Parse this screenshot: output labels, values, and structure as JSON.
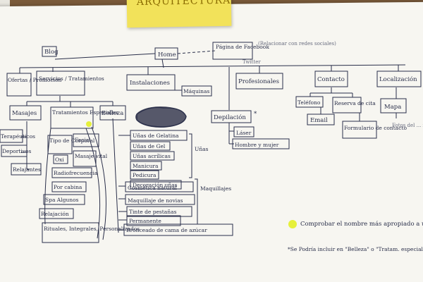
{
  "postit": {
    "text": "ARQUITECTURA"
  },
  "nodes": {
    "blog": "Blog",
    "home": "Home",
    "facebook": "Página de Facebook",
    "twitter": "Twitter",
    "fb_note": "(Relacionar con redes sociales)",
    "ofertas": "Ofertas / Promoción",
    "servicios": "Servicios / Tratamientos",
    "instalaciones": "Instalaciones",
    "maquinas": "Máquinas",
    "profesionales": "Profesionales",
    "contacto": "Contacto",
    "localizacion": "Localización",
    "masajes": "Masajes",
    "terapeuticos": "Terapéuticos",
    "deportivos": "Deportivos",
    "relajantes": "Relajantes",
    "tratamientos_esp": "Tratamientos Especiales",
    "tipo_corporal": "Tipo de Corporal",
    "oxi": "Oxi",
    "facial": "Facial",
    "masaje_vital": "Masaje vital",
    "radiofrecuencia": "Radiofrecuencia",
    "por_cabina": "Por cabina",
    "spa_algunos": "Spa Algunos",
    "relajacion": "Relajación",
    "rituales": "Rituales, Integrales, Personalizados",
    "belleza": "Belleza",
    "unas_gel_title": "Uñas de Gel",
    "unas_gelatina": "Uñas de Gelatina",
    "unas_gel": "Uñas de Gel",
    "unas_acrilicas": "Uñas acrílicas",
    "manicura": "Manicura",
    "pedicura": "Pedicura",
    "decoracion_unas": "Decoración uñas",
    "unas_label": "Uñas",
    "cosmetica": "Cosmética natural",
    "maquillaje_novias": "Maquillaje de novias",
    "tinte_pestanas": "Tinte de pestañas",
    "permanente": "Permanente",
    "maquillaje_label": "Maquillajes",
    "bronceado": "Bronceado de cama de azúcar",
    "depilacion": "Depilación",
    "laser": "Láser",
    "hombre_mujer": "Hombre y mujer",
    "telefono": "Teléfono",
    "reserva_cita": "Reserva de cita",
    "email": "Email",
    "formulario": "Formulario de contacto",
    "mapa": "Mapa",
    "fotos_note": "Fotos del ... facilidad ... aparcamiento, etc"
  },
  "notes": {
    "note1": "Comprobar el nombre más apropiado a usar",
    "note2": "*Se Podría incluir en \"Belleza\" o \"Tratam. especiales\"",
    "star": "*"
  },
  "colors": {
    "paper": "#f7f6f1",
    "ink": "#2a2f4a",
    "postit": "#f2e25a",
    "highlight": "#e6f03a",
    "table": "#7a5a3a"
  }
}
